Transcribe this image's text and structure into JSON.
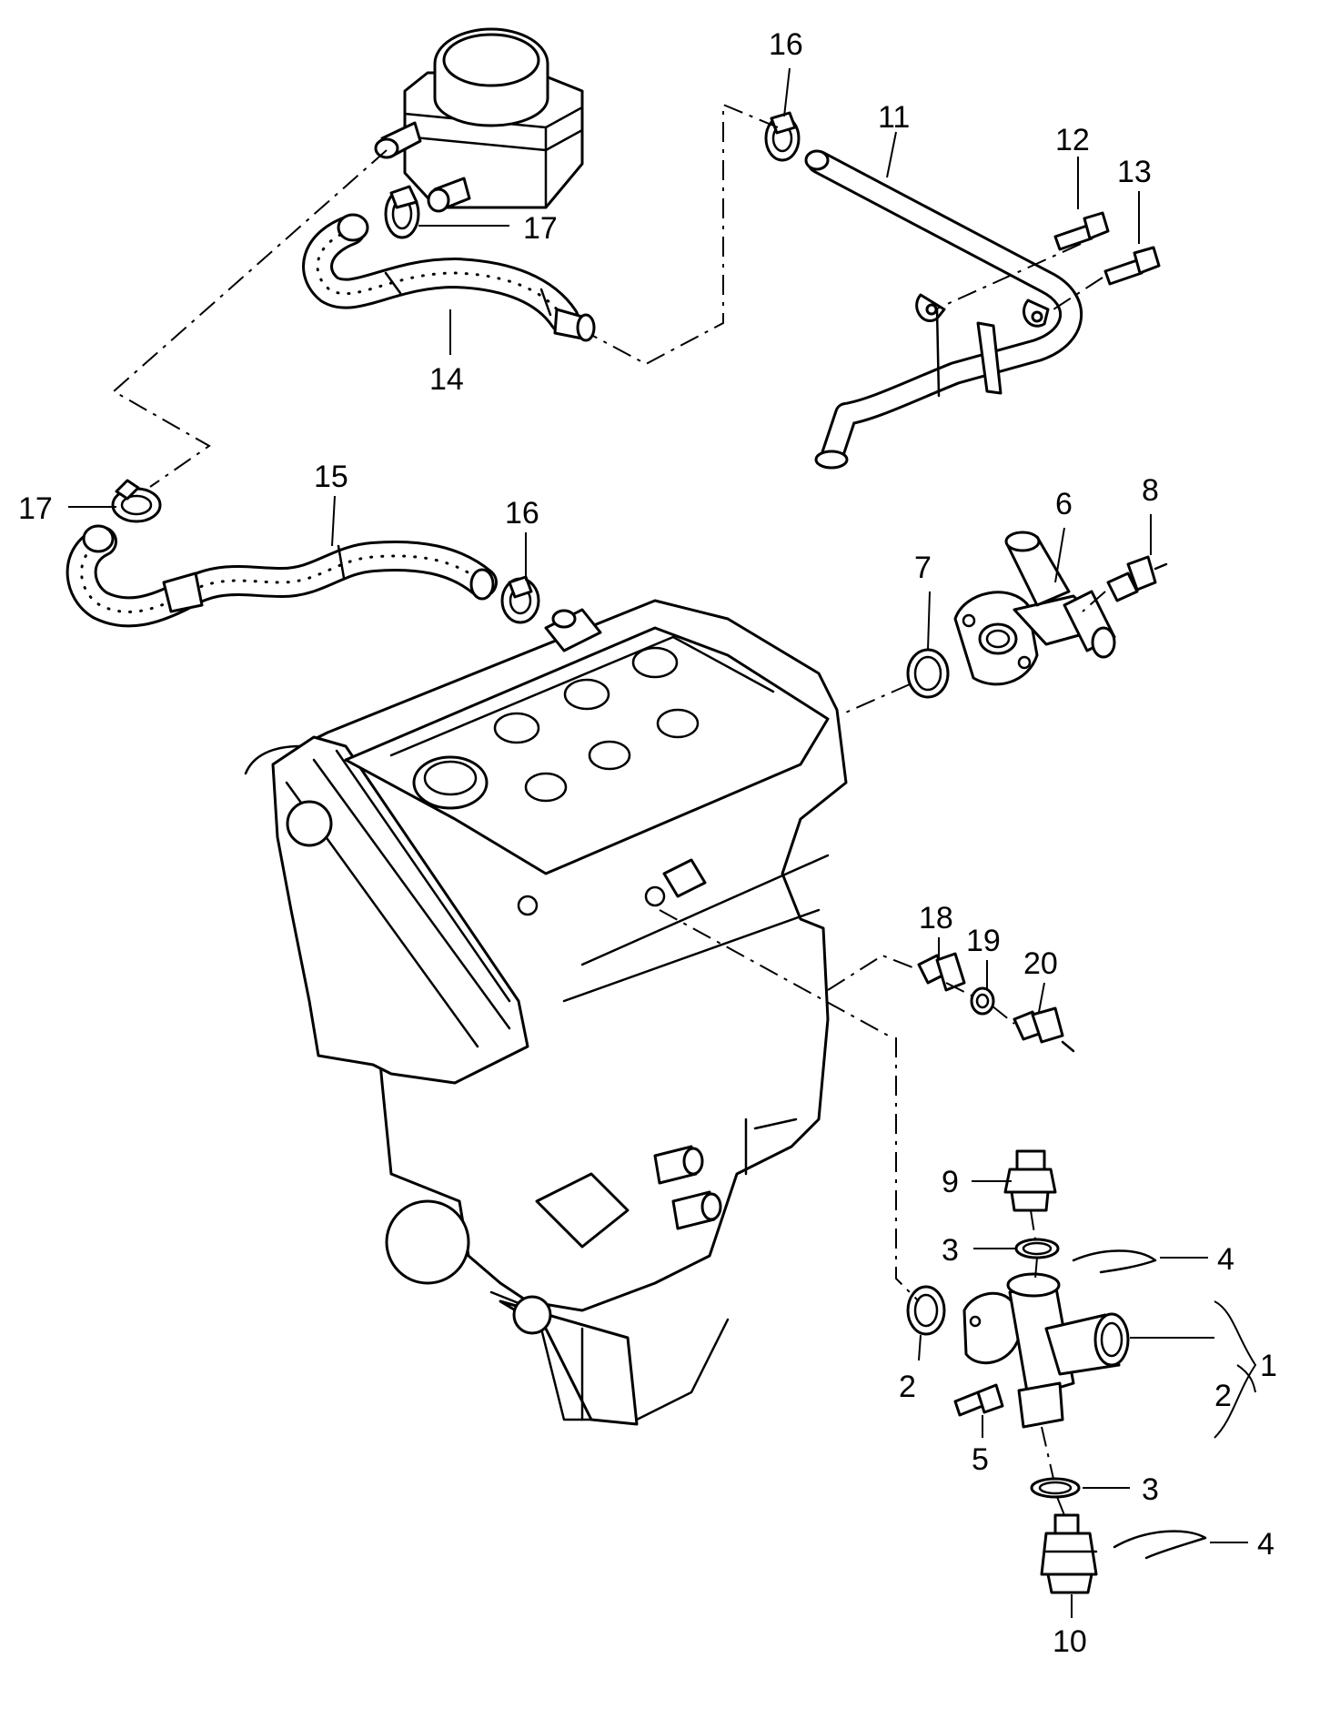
{
  "diagram": {
    "callouts": [
      {
        "id": "c1",
        "label": "1"
      },
      {
        "id": "c2a",
        "label": "2"
      },
      {
        "id": "c2b",
        "label": "2"
      },
      {
        "id": "c3a",
        "label": "3"
      },
      {
        "id": "c3b",
        "label": "3"
      },
      {
        "id": "c4a",
        "label": "4"
      },
      {
        "id": "c4b",
        "label": "4"
      },
      {
        "id": "c5",
        "label": "5"
      },
      {
        "id": "c6",
        "label": "6"
      },
      {
        "id": "c7",
        "label": "7"
      },
      {
        "id": "c8",
        "label": "8"
      },
      {
        "id": "c9",
        "label": "9"
      },
      {
        "id": "c10",
        "label": "10"
      },
      {
        "id": "c11",
        "label": "11"
      },
      {
        "id": "c12",
        "label": "12"
      },
      {
        "id": "c13",
        "label": "13"
      },
      {
        "id": "c14",
        "label": "14"
      },
      {
        "id": "c15",
        "label": "15"
      },
      {
        "id": "c16a",
        "label": "16"
      },
      {
        "id": "c16b",
        "label": "16"
      },
      {
        "id": "c17a",
        "label": "17"
      },
      {
        "id": "c17b",
        "label": "17"
      },
      {
        "id": "c18",
        "label": "18"
      },
      {
        "id": "c19",
        "label": "19"
      },
      {
        "id": "c20",
        "label": "20"
      }
    ]
  }
}
